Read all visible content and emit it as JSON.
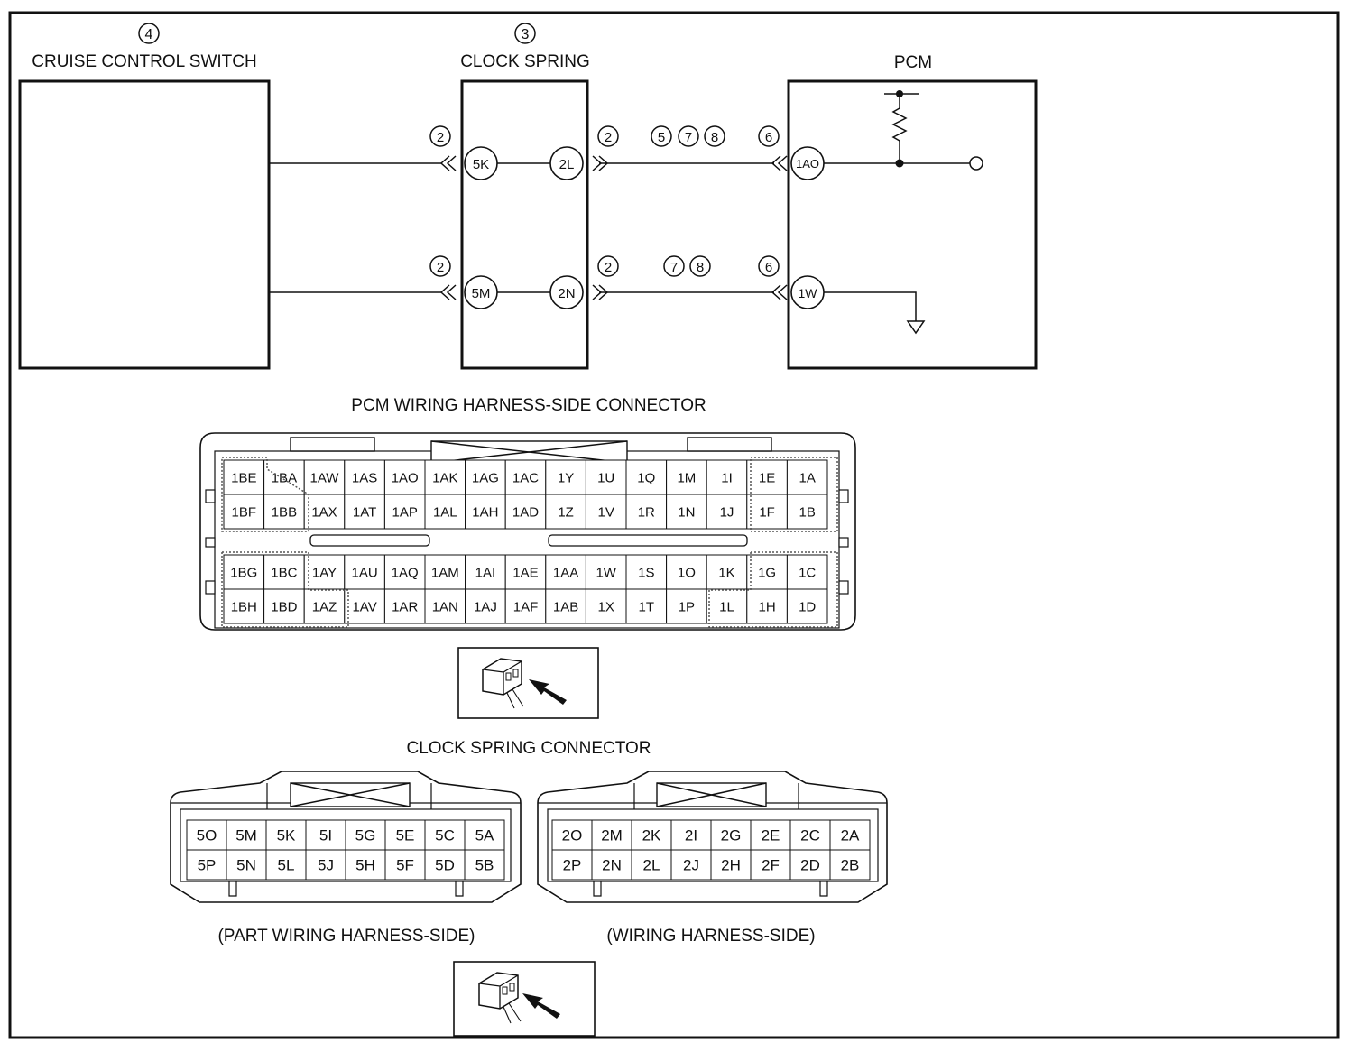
{
  "components": {
    "cruise_switch": {
      "num": "4",
      "name": "CRUISE CONTROL SWITCH"
    },
    "clock_spring": {
      "num": "3",
      "name": "CLOCK SPRING"
    },
    "pcm": {
      "name": "PCM"
    }
  },
  "wires": {
    "top": {
      "cs_left_pin": "5K",
      "cs_right_pin": "2L",
      "pcm_pin": "1AO",
      "cs_left_ref": "2",
      "cs_right_ref": "2",
      "pcm_ref": "6",
      "route_refs": [
        "5",
        "7",
        "8"
      ]
    },
    "bottom": {
      "cs_left_pin": "5M",
      "cs_right_pin": "2N",
      "pcm_pin": "1W",
      "cs_left_ref": "2",
      "cs_right_ref": "2",
      "pcm_ref": "6",
      "route_refs": [
        "7",
        "8"
      ]
    }
  },
  "pcm_connector": {
    "title": "PCM WIRING HARNESS-SIDE CONNECTOR",
    "top_rows": [
      [
        "1BE",
        "1BA",
        "1AW",
        "1AS",
        "1AO",
        "1AK",
        "1AG",
        "1AC",
        "1Y",
        "1U",
        "1Q",
        "1M",
        "1I",
        "1E",
        "1A"
      ],
      [
        "1BF",
        "1BB",
        "1AX",
        "1AT",
        "1AP",
        "1AL",
        "1AH",
        "1AD",
        "1Z",
        "1V",
        "1R",
        "1N",
        "1J",
        "1F",
        "1B"
      ]
    ],
    "bottom_rows": [
      [
        "1BG",
        "1BC",
        "1AY",
        "1AU",
        "1AQ",
        "1AM",
        "1AI",
        "1AE",
        "1AA",
        "1W",
        "1S",
        "1O",
        "1K",
        "1G",
        "1C"
      ],
      [
        "1BH",
        "1BD",
        "1AZ",
        "1AV",
        "1AR",
        "1AN",
        "1AJ",
        "1AF",
        "1AB",
        "1X",
        "1T",
        "1P",
        "1L",
        "1H",
        "1D"
      ]
    ]
  },
  "clock_spring_connector": {
    "title": "CLOCK SPRING CONNECTOR",
    "part_side": {
      "label": "(PART WIRING HARNESS-SIDE)",
      "rows": [
        [
          "5O",
          "5M",
          "5K",
          "5I",
          "5G",
          "5E",
          "5C",
          "5A"
        ],
        [
          "5P",
          "5N",
          "5L",
          "5J",
          "5H",
          "5F",
          "5D",
          "5B"
        ]
      ]
    },
    "harness_side": {
      "label": "(WIRING HARNESS-SIDE)",
      "rows": [
        [
          "2O",
          "2M",
          "2K",
          "2I",
          "2G",
          "2E",
          "2C",
          "2A"
        ],
        [
          "2P",
          "2N",
          "2L",
          "2J",
          "2H",
          "2F",
          "2D",
          "2B"
        ]
      ]
    }
  }
}
